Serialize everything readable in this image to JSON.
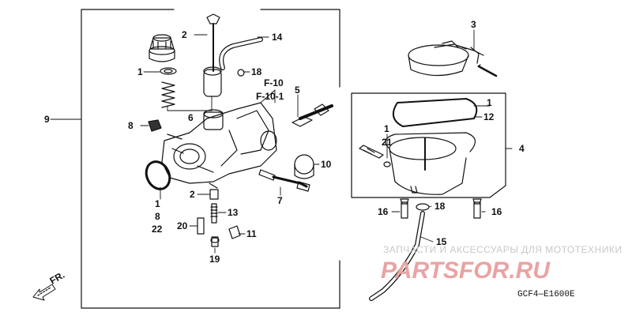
{
  "labels": {
    "n1a": "1",
    "n1b": "1",
    "n1c": "1",
    "n1d": "1",
    "n2a": "2",
    "n2b": "2",
    "n3": "3",
    "n4": "4",
    "n5": "5",
    "n6": "6",
    "n7": "7",
    "n8a": "8",
    "n8b": "8",
    "n9": "9",
    "n10": "10",
    "n11": "11",
    "n12": "12",
    "n13": "13",
    "n14": "14",
    "n15": "15",
    "n16a": "16",
    "n16b": "16",
    "n18a": "18",
    "n18b": "18",
    "n19": "19",
    "n20": "20",
    "n21": "21",
    "n22": "22"
  },
  "refs": {
    "f10": "F-10",
    "f101": "F-10-1"
  },
  "front_mark": "FR.",
  "watermark": {
    "line1": "ЗАПЧАСТИ И АКСЕССУАРЫ ДЛЯ МОТОТЕХНИКИ",
    "line2": "PARTSFOR.RU"
  },
  "diagram_code": "GCF4—E1600E",
  "colors": {
    "line": "#111111",
    "watermark_red": "#e9a3a3",
    "watermark_gray": "#c8c8c8"
  }
}
